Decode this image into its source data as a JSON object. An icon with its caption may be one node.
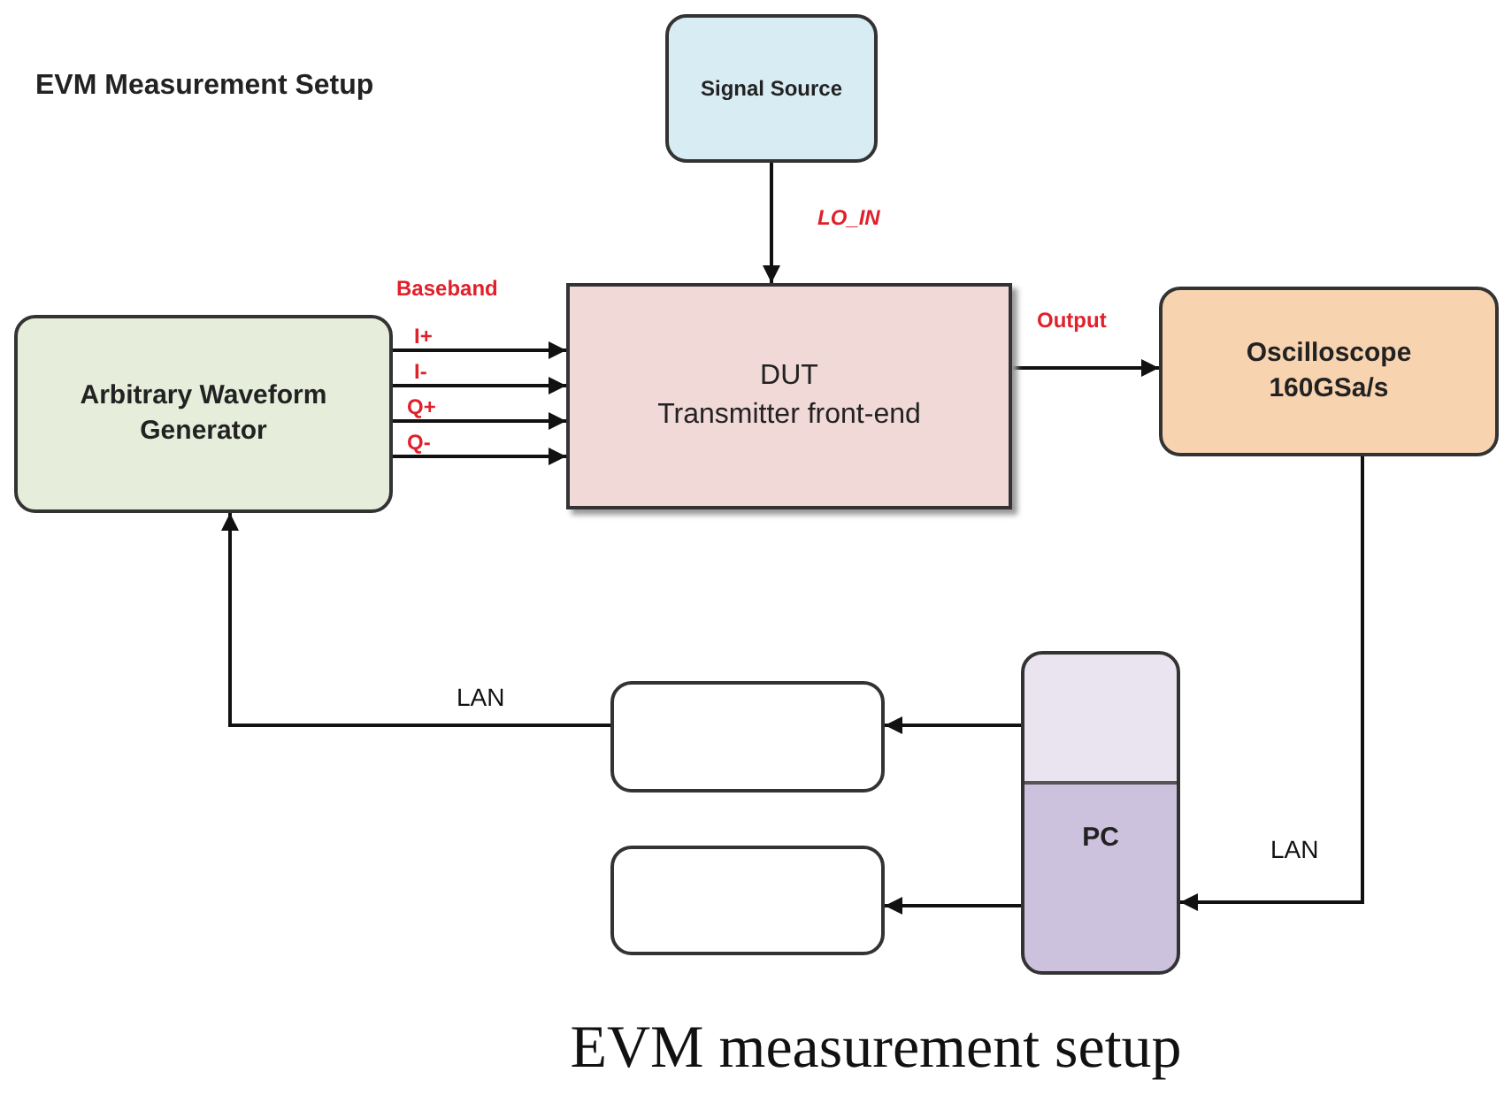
{
  "diagram": {
    "title": "EVM Measurement Setup",
    "caption": "EVM measurement setup",
    "nodes": [
      {
        "text": [
          "Signal Source"
        ]
      },
      {
        "text": [
          "Arbitrary Waveform Generator"
        ]
      },
      {
        "text": [
          "DUT",
          "Transmitter front-end"
        ]
      },
      {
        "text": [
          "Oscilloscope",
          "160GSa/s"
        ]
      },
      {
        "text": [],
        "shape": "box"
      },
      {
        "text": [
          "PC"
        ]
      },
      {
        "text": [],
        "shape": "box"
      }
    ],
    "edges": [
      {
        "from": 0,
        "to": 2,
        "arrow": "to",
        "label": "LO_IN"
      },
      {
        "from": 1,
        "to": 2,
        "arrow": "to",
        "label": "I+"
      },
      {
        "from": 1,
        "to": 2,
        "arrow": "to",
        "label": "I-"
      },
      {
        "from": 1,
        "to": 2,
        "arrow": "to",
        "label": "Q+"
      },
      {
        "from": 1,
        "to": 2,
        "arrow": "to",
        "label": "Q-"
      },
      {
        "from": 2,
        "to": 3,
        "arrow": "to",
        "label": "Output"
      },
      {
        "from": 3,
        "to": 5,
        "arrow": "to",
        "label": "LAN"
      },
      {
        "from": 5,
        "to": 4,
        "arrow": "to"
      },
      {
        "from": 5,
        "to": 6,
        "arrow": "to"
      },
      {
        "from": 4,
        "to": 1,
        "arrow": "to",
        "label": "LAN"
      }
    ],
    "labels": [
      "Baseband"
    ]
  }
}
